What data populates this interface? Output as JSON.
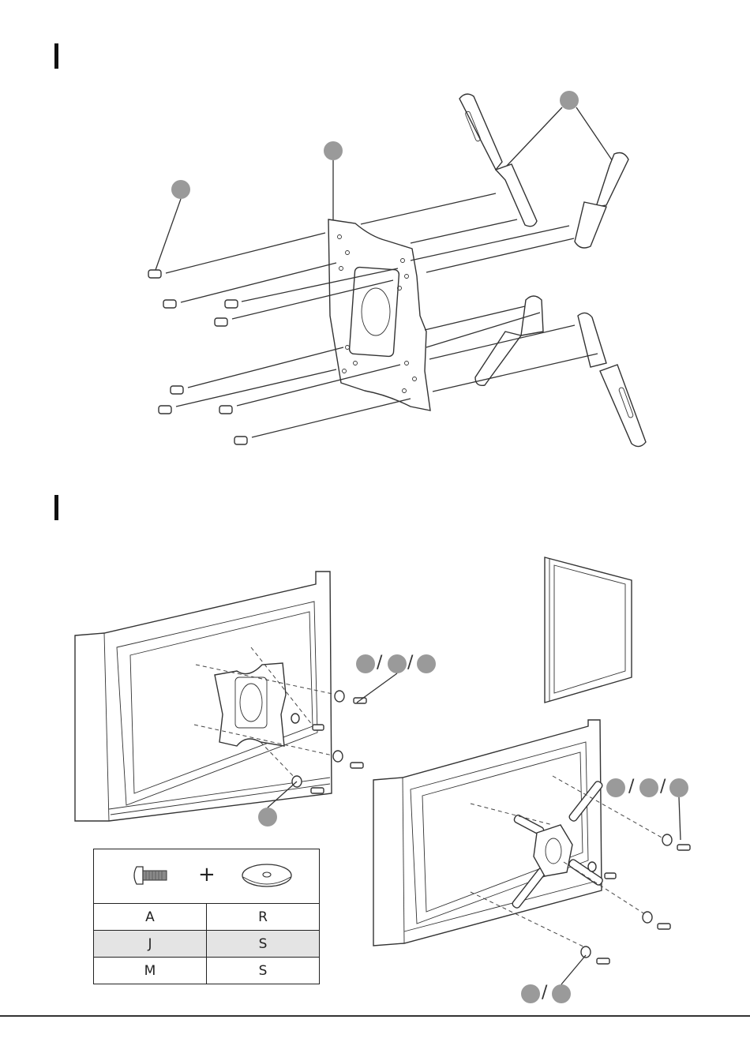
{
  "hardware_table": {
    "plus_sign": "+",
    "screw_icon": "screw-icon",
    "washer_icon": "washer-icon",
    "rows": [
      {
        "screw": "A",
        "washer": "R",
        "shaded": false
      },
      {
        "screw": "J",
        "washer": "S",
        "shaded": true
      },
      {
        "screw": "M",
        "washer": "S",
        "shaded": false
      }
    ]
  },
  "separators": {
    "slash": "/"
  },
  "colors": {
    "callout_gray": "#9a9a9a",
    "line": "#333333",
    "row_shade": "#e4e4e4"
  }
}
